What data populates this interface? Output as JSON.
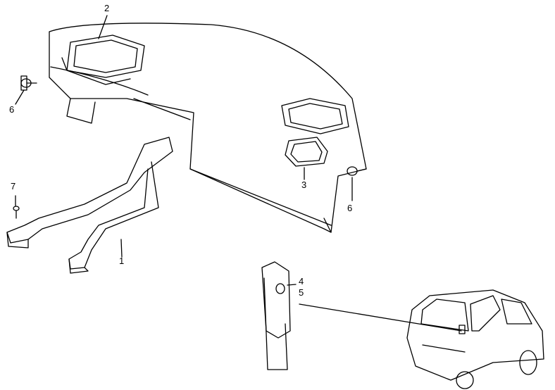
{
  "diagram": {
    "callouts": [
      {
        "id": "callout-2",
        "text": "2"
      },
      {
        "id": "callout-6-left",
        "text": "6"
      },
      {
        "id": "callout-3",
        "text": "3"
      },
      {
        "id": "callout-6-right",
        "text": "6"
      },
      {
        "id": "callout-7",
        "text": "7"
      },
      {
        "id": "callout-1",
        "text": "1"
      },
      {
        "id": "callout-4",
        "text": "4"
      },
      {
        "id": "callout-5",
        "text": "5"
      }
    ]
  }
}
